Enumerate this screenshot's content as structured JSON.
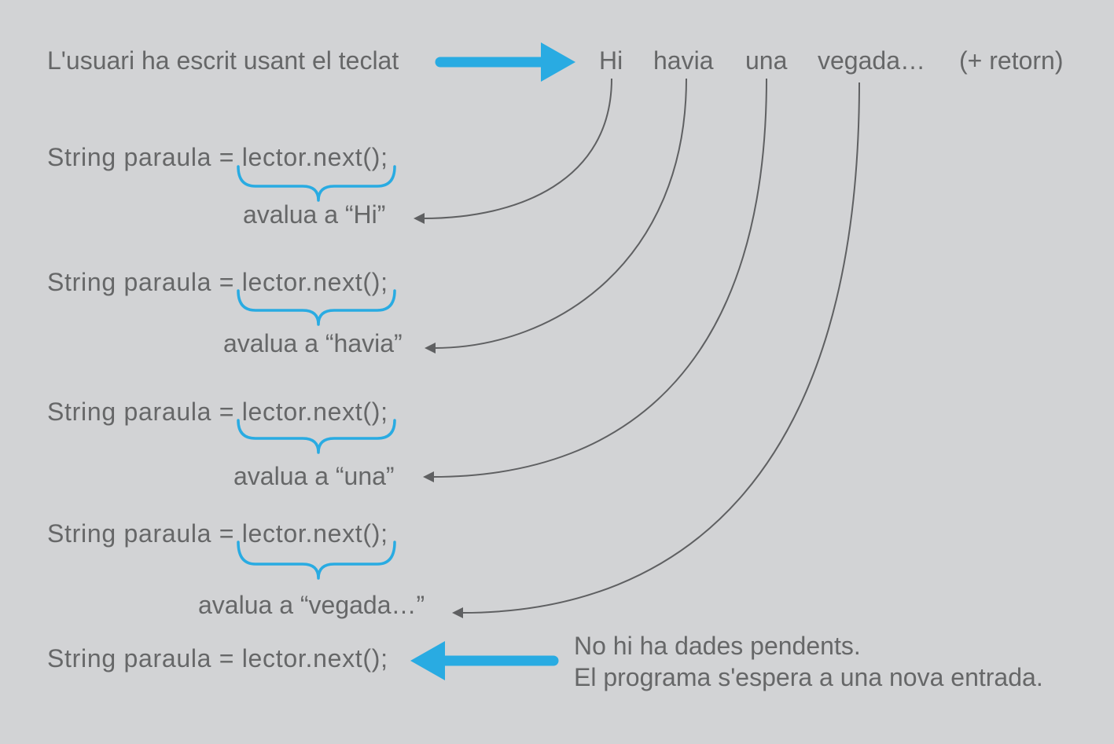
{
  "header": {
    "intro": "L'usuari ha escrit usant el teclat",
    "words": [
      "Hi",
      "havia",
      "una",
      "vegada…",
      "(+ retorn)"
    ]
  },
  "code_line": "String paraula = lector.next();",
  "results": [
    "avalua a “Hi”",
    "avalua a “havia”",
    "avalua a “una”",
    "avalua a “vegada…”"
  ],
  "note": {
    "line1": "No hi ha dades pendents.",
    "line2": "El programa s'espera a una nova entrada."
  },
  "colors": {
    "accent": "#29abe2",
    "text": "#666768",
    "background": "#d2d3d5"
  }
}
